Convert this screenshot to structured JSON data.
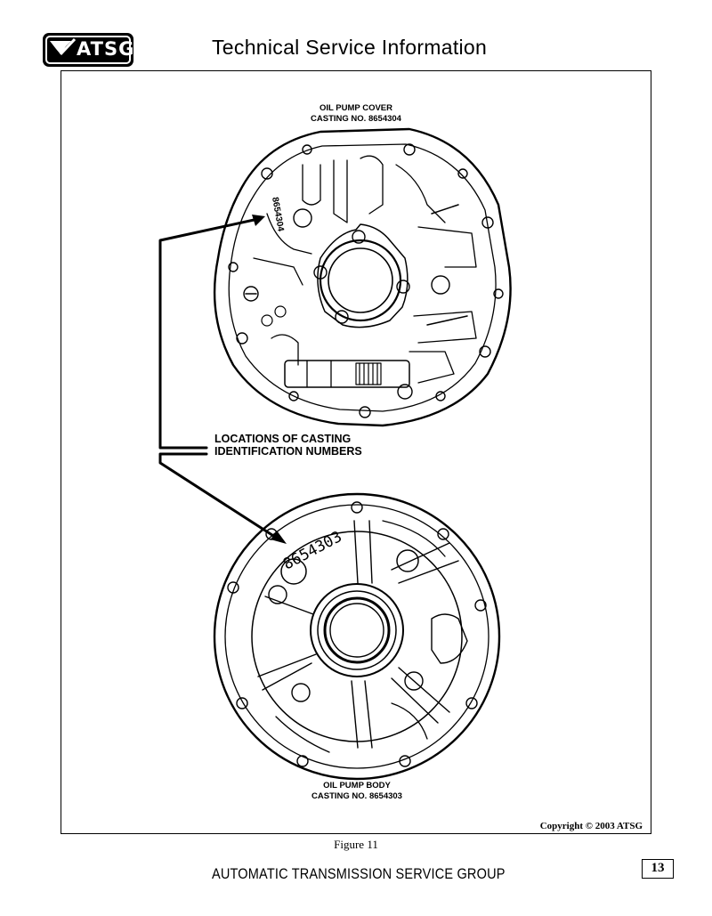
{
  "header": {
    "logo_text": "ATSG",
    "title": "Technical Service Information"
  },
  "figure": {
    "cover_caption_line1": "OIL PUMP COVER",
    "cover_caption_line2": "CASTING NO. 8654304",
    "cover_stamp": "8654304",
    "callout_line1": "LOCATIONS OF CASTING",
    "callout_line2": "IDENTIFICATION NUMBERS",
    "body_stamp": "8654303",
    "body_caption_line1": "OIL PUMP BODY",
    "body_caption_line2": "CASTING NO. 8654303",
    "copyright": "Copyright © 2003 ATSG",
    "label": "Figure 11"
  },
  "footer": {
    "org": "AUTOMATIC TRANSMISSION SERVICE GROUP",
    "page_number": "13"
  }
}
